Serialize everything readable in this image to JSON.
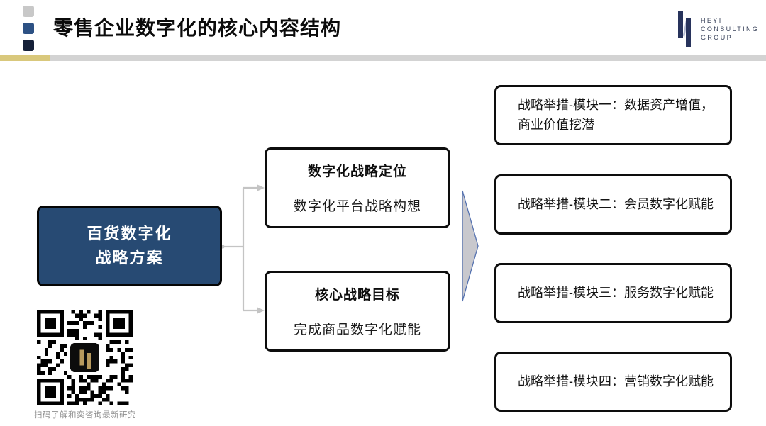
{
  "header": {
    "title": "零售企业数字化的核心内容结构",
    "logo": {
      "line1": "HEYI",
      "line2": "CONSULTING",
      "line3": "GROUP"
    }
  },
  "diagram": {
    "root_box": {
      "line1": "百货数字化",
      "line2": "战略方案"
    },
    "mid_boxes": [
      {
        "title": "数字化战略定位",
        "subtitle": "数字化平台战略构想"
      },
      {
        "title": "核心战略目标",
        "subtitle": "完成商品数字化赋能"
      }
    ],
    "right_boxes": [
      {
        "label": "战略举措-模块一：数据资产增值，商业价值挖潜"
      },
      {
        "label": "战略举措-模块二：会员数字化赋能"
      },
      {
        "label": "战略举措-模块三：服务数字化赋能"
      },
      {
        "label": "战略举措-模块四：营销数字化赋能"
      }
    ]
  },
  "footer": {
    "qr_caption": "扫码了解和奕咨询最新研究"
  },
  "icons": {
    "logo_mark": "heyi-double-bar-monogram",
    "qr_code": "wechat-qr-code"
  },
  "colors": {
    "root_box_fill": "#274a73",
    "square_light": "#c8c8c8",
    "square_blue": "#2d5184",
    "square_dark": "#152038",
    "band_gold": "#d9c87c",
    "band_gray": "#d3d3d3",
    "big_arrow_fill": "#c8c8cd",
    "big_arrow_stroke": "#5572b0",
    "connector_gray": "#c4c4c4",
    "logo_navy": "#28335c",
    "qr_logo_gold": "#b79a5e"
  }
}
